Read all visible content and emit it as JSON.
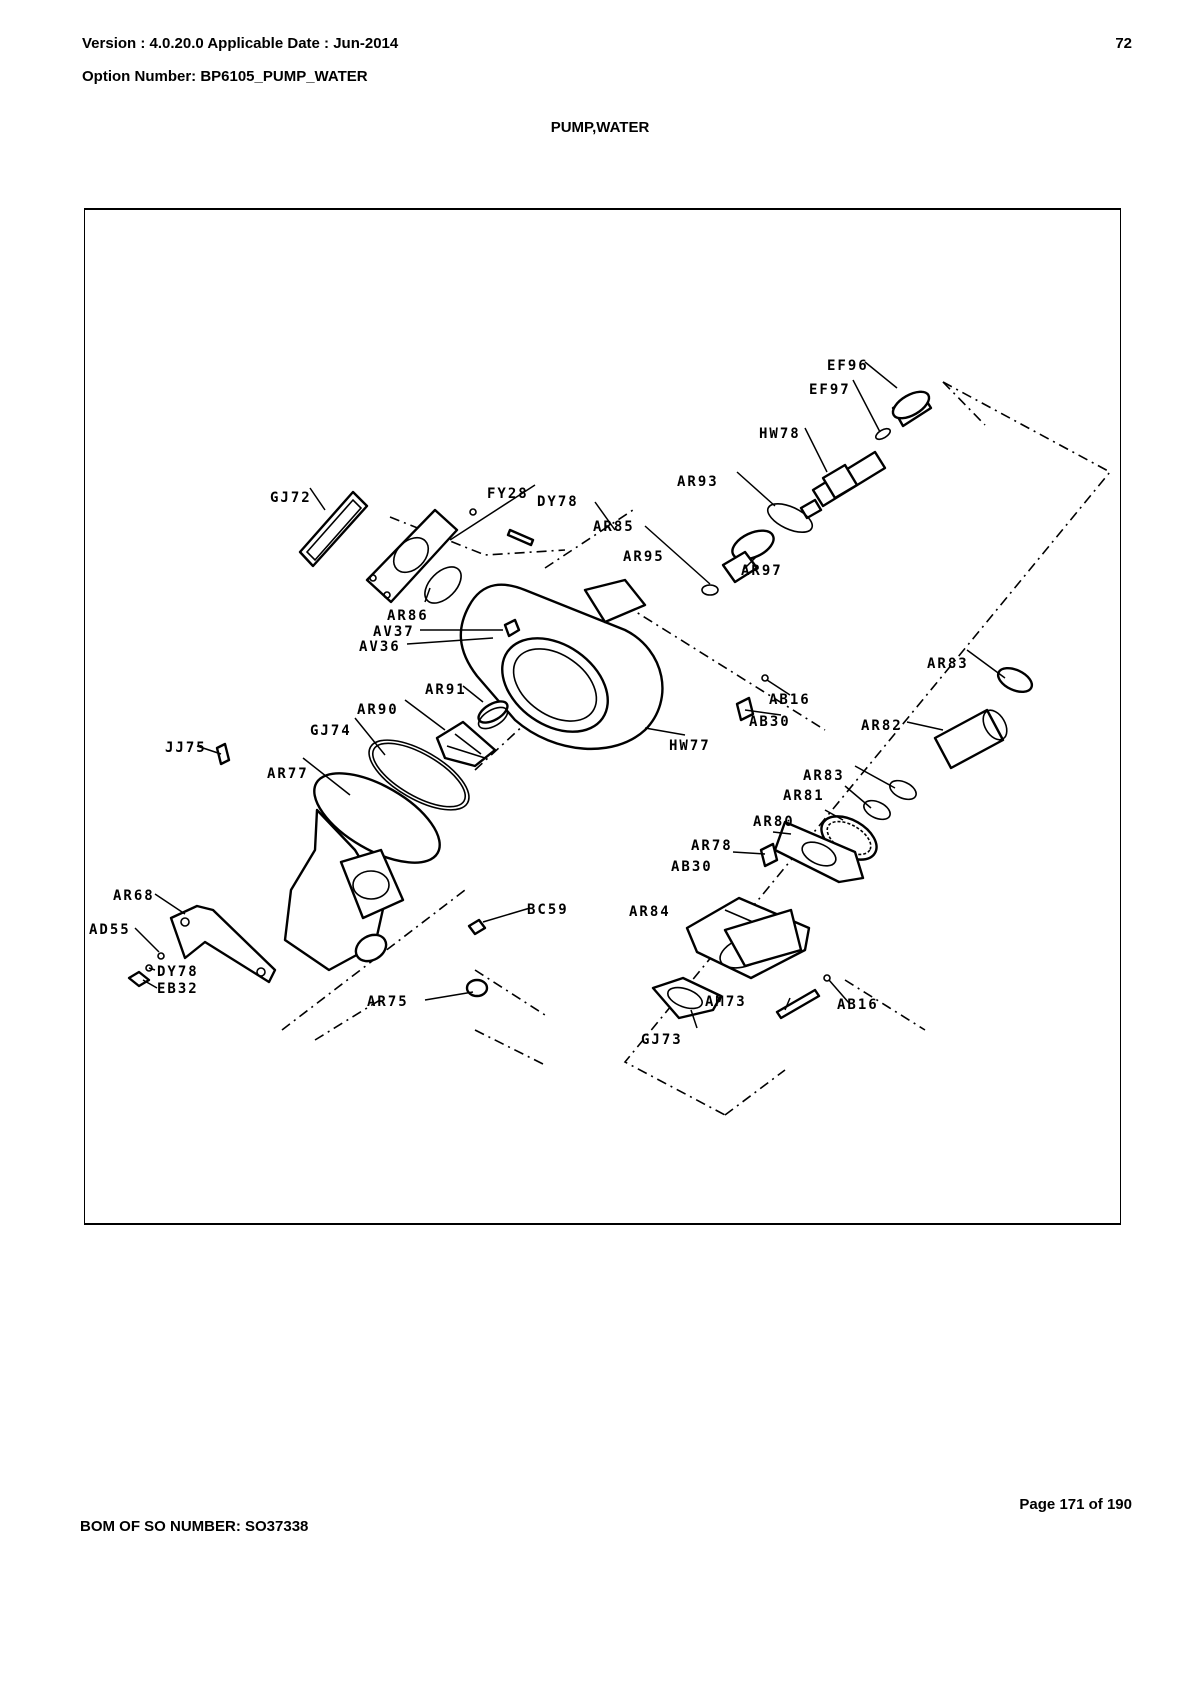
{
  "header": {
    "version": "Version : 4.0.20.0 Applicable Date : Jun-2014",
    "page_number": "72",
    "option": "Option Number: BP6105_PUMP_WATER",
    "title": "PUMP,WATER"
  },
  "footer": {
    "page_of": "Page 171 of 190",
    "bom": "BOM OF SO NUMBER: SO37338"
  },
  "diagram": {
    "labels": {
      "EF96": "EF96",
      "EF97": "EF97",
      "HW78": "HW78",
      "AR93": "AR93",
      "GJ72": "GJ72",
      "FY28": "FY28",
      "DY78_top": "DY78",
      "AR85": "AR85",
      "AR95": "AR95",
      "AR97": "AR97",
      "AR86": "AR86",
      "AV37": "AV37",
      "AV36": "AV36",
      "AR83_top": "AR83",
      "AB16_top": "AB16",
      "AR91": "AR91",
      "AR90": "AR90",
      "AB30_top": "AB30",
      "AR82": "AR82",
      "GJ74": "GJ74",
      "JJ75": "JJ75",
      "HW77": "HW77",
      "AR77": "AR77",
      "AR83_mid": "AR83",
      "AR81": "AR81",
      "AR80": "AR80",
      "AR78": "AR78",
      "AB30_mid": "AB30",
      "BC59": "BC59",
      "AR84": "AR84",
      "AR68": "AR68",
      "AD55": "AD55",
      "DY78_bot": "DY78",
      "EB32": "EB32",
      "AR75": "AR75",
      "AM73": "AM73",
      "AB16_bot": "AB16",
      "GJ73": "GJ73"
    }
  }
}
